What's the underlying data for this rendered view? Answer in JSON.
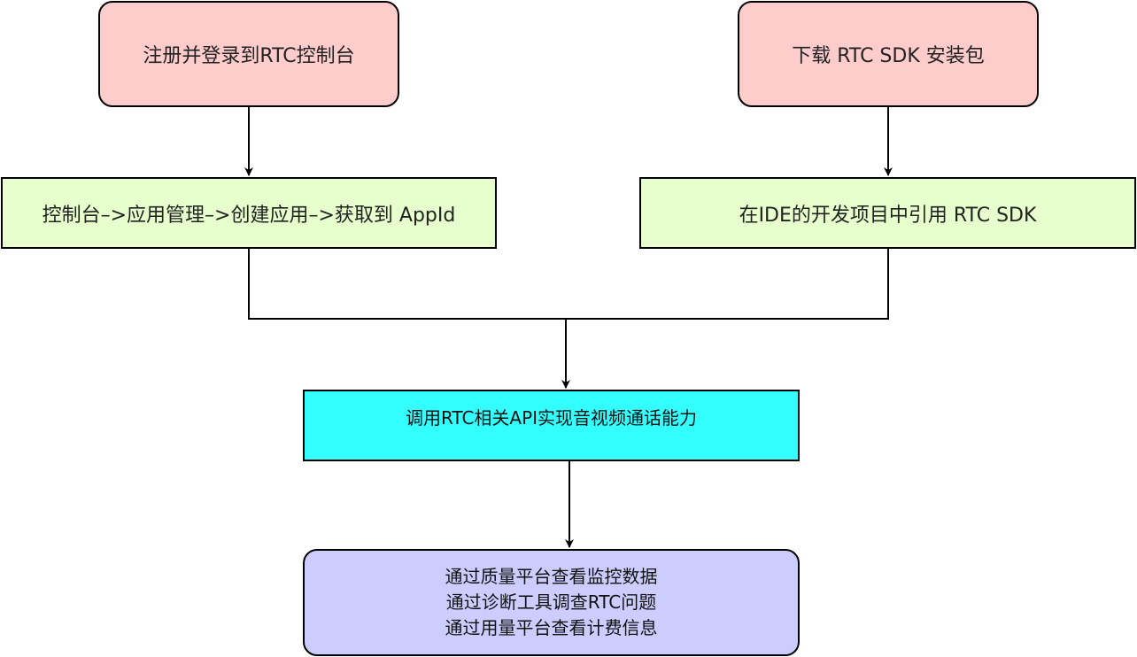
{
  "colors": {
    "start_fill": "#FFCCCC",
    "step_fill": "#E6FFCC",
    "api_fill": "#33FFFF",
    "result_fill": "#CCCCFF",
    "line": "#000000"
  },
  "nodes": {
    "register": "注册并登录到RTC控制台",
    "download": "下载 RTC SDK 安装包",
    "appid": "控制台–>应用管理–>创建应用–>获取到 AppId",
    "ide": "在IDE的开发项目中引用 RTC SDK",
    "api": "调用RTC相关API实现音视频通话能力",
    "results": [
      "通过质量平台查看监控数据",
      "通过诊断工具调查RTC问题",
      "通过用量平台查看计费信息"
    ]
  }
}
